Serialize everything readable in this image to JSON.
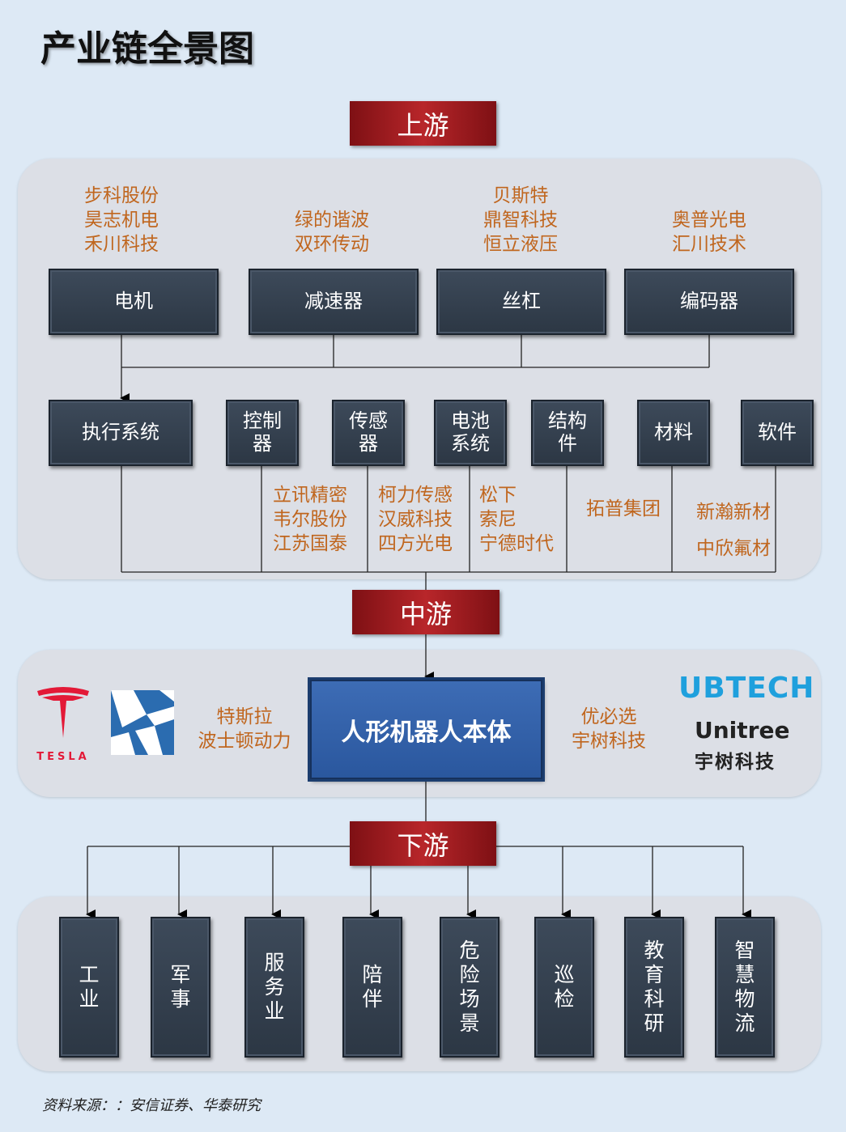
{
  "title": "产业链全景图",
  "tiers": {
    "upstream": "上游",
    "midstream": "中游",
    "downstream": "下游"
  },
  "upstream": {
    "top_components": [
      {
        "label": "电机",
        "companies": [
          "步科股份",
          "昊志机电",
          "禾川科技"
        ]
      },
      {
        "label": "减速器",
        "companies": [
          "绿的谐波",
          "双环传动"
        ]
      },
      {
        "label": "丝杠",
        "companies": [
          "贝斯特",
          "鼎智科技",
          "恒立液压"
        ]
      },
      {
        "label": "编码器",
        "companies": [
          "奥普光电",
          "汇川技术"
        ]
      }
    ],
    "subsystems": [
      {
        "label": "执行系统",
        "companies": []
      },
      {
        "label": "控制器",
        "companies": [
          "立讯精密",
          "韦尔股份",
          "江苏国泰"
        ]
      },
      {
        "label": "传感器",
        "companies": [
          "柯力传感",
          "汉威科技",
          "四方光电"
        ]
      },
      {
        "label": "电池系统",
        "companies": [
          "松下",
          "索尼",
          "宁德时代"
        ]
      },
      {
        "label": "结构件",
        "companies": []
      },
      {
        "label": "材料",
        "companies": [
          "拓普集团"
        ]
      },
      {
        "label": "软件",
        "companies": [
          "新瀚新材",
          "中欣氟材"
        ]
      }
    ]
  },
  "midstream": {
    "core": "人形机器人本体",
    "left_companies": [
      "特斯拉",
      "波士顿动力"
    ],
    "right_companies": [
      "优必选",
      "宇树科技"
    ],
    "logos": {
      "tesla": "TESLA",
      "ubtech": "UBTECH",
      "unitree": "Unitree",
      "unitree_cn": "宇树科技"
    },
    "colors": {
      "tesla_red": "#e31937",
      "boston_blue": "#2b6cb0",
      "ubtech_blue": "#1fa0dd"
    }
  },
  "downstream": {
    "applications": [
      "工业",
      "军事",
      "服务业",
      "陪伴",
      "危险场景",
      "巡检",
      "教育科研",
      "智慧物流"
    ]
  },
  "source": "资料来源：：安信证券、华泰研究"
}
